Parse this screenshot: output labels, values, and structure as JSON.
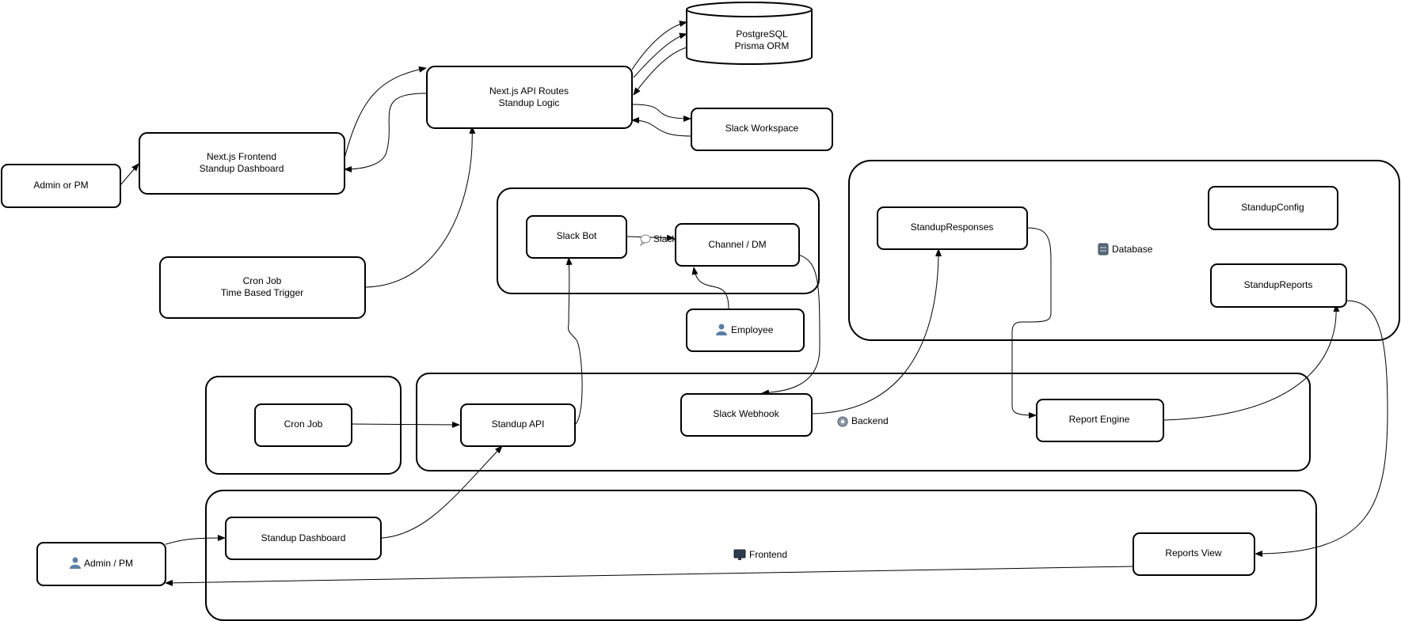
{
  "nodes": {
    "postgres": {
      "line1": "PostgreSQL",
      "line2": "Prisma ORM"
    },
    "api_routes": {
      "line1": "Next.js API Routes",
      "line2": "Standup Logic"
    },
    "slack_workspace": {
      "label": "Slack Workspace"
    },
    "frontend_top": {
      "line1": "Next.js Frontend",
      "line2": "Standup Dashboard"
    },
    "admin_pm_top": {
      "label": "Admin or PM"
    },
    "cron_trigger": {
      "line1": "Cron Job",
      "line2": "Time Based Trigger"
    },
    "slack_bot": {
      "label": "Slack Bot"
    },
    "slack_edge_label": {
      "label": "Slack"
    },
    "channel_dm": {
      "label": "Channel / DM"
    },
    "employee": {
      "label": "Employee"
    },
    "standup_responses": {
      "label": "StandupResponses"
    },
    "standup_config": {
      "label": "StandupConfig"
    },
    "standup_reports": {
      "label": "StandupReports"
    },
    "cron_job": {
      "label": "Cron Job"
    },
    "standup_api": {
      "label": "Standup API"
    },
    "slack_webhook": {
      "label": "Slack Webhook"
    },
    "report_engine": {
      "label": "Report Engine"
    },
    "standup_dashboard": {
      "label": "Standup Dashboard"
    },
    "admin_pm_bottom": {
      "label": "Admin / PM"
    },
    "reports_view": {
      "label": "Reports View"
    }
  },
  "groups": {
    "database": {
      "label": "Database",
      "icon": "database-icon"
    },
    "backend": {
      "label": "Backend",
      "icon": "gear-icon"
    },
    "frontend": {
      "label": "Frontend",
      "icon": "monitor-icon"
    }
  },
  "icons": {
    "user": "user-icon",
    "speech": "speech-bubble-icon"
  }
}
